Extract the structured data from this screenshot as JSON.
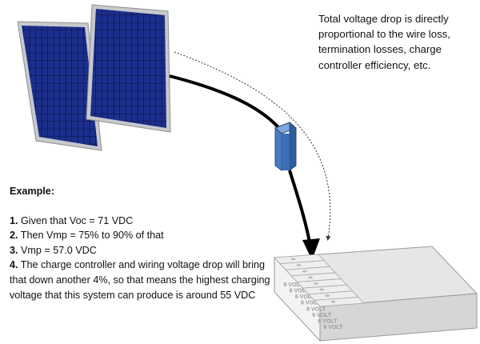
{
  "note": {
    "text": "Total voltage drop is directly proportional to the wire loss, termination losses, charge controller efficiency, etc."
  },
  "example": {
    "heading": "Example:",
    "steps": [
      {
        "num": "1.",
        "text": " Given that Voc = 71 VDC"
      },
      {
        "num": "2.",
        "text": " Then Vmp = 75% to 90% of that"
      },
      {
        "num": "3.",
        "text": " Vmp = 57.0 VDC"
      },
      {
        "num": "4.",
        "text": " The charge controller and wiring voltage drop will bring that down another 4%, so that means the highest charging voltage that this system can produce is around 55 VDC"
      }
    ]
  },
  "battery": {
    "label": "6 VOLT"
  },
  "colors": {
    "panel_cell": "#1c2f8c",
    "panel_frame": "#c7c9cc",
    "controller": "#4a7bc4",
    "wire": "#000000",
    "battery_body": "#f3f3f3"
  }
}
